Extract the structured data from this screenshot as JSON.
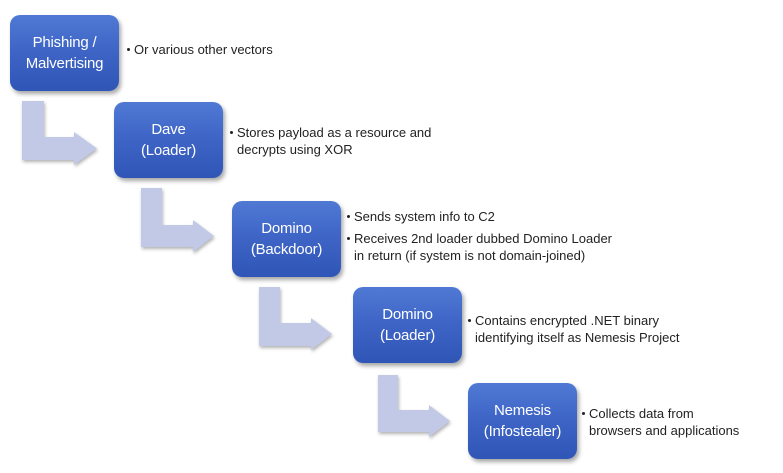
{
  "colors": {
    "box_fill": "#3f66c7",
    "box_text": "#ffffff",
    "arrow_fill": "#c1c9e6",
    "note_text": "#222222"
  },
  "steps": [
    {
      "title_lines": [
        "Phishing /",
        "Malvertising"
      ],
      "notes": [
        {
          "lines": [
            "Or various other vectors"
          ]
        }
      ]
    },
    {
      "title_lines": [
        "Dave",
        "(Loader)"
      ],
      "notes": [
        {
          "lines": [
            "Stores payload as a resource and",
            "decrypts using XOR"
          ]
        }
      ]
    },
    {
      "title_lines": [
        "Domino",
        "(Backdoor)"
      ],
      "notes": [
        {
          "lines": [
            "Sends system info to C2"
          ]
        },
        {
          "lines": [
            "Receives 2nd loader dubbed Domino Loader",
            "in return (if system is not domain-joined)"
          ]
        }
      ]
    },
    {
      "title_lines": [
        "Domino",
        "(Loader)"
      ],
      "notes": [
        {
          "lines": [
            "Contains encrypted .NET binary",
            "identifying itself as Nemesis Project"
          ]
        }
      ]
    },
    {
      "title_lines": [
        "Nemesis",
        "(Infostealer)"
      ],
      "notes": [
        {
          "lines": [
            "Collects data from",
            "browsers and applications"
          ]
        }
      ]
    }
  ],
  "arrows": [
    {
      "from": "Phishing / Malvertising",
      "to": "Dave (Loader)"
    },
    {
      "from": "Dave (Loader)",
      "to": "Domino (Backdoor)"
    },
    {
      "from": "Domino (Backdoor)",
      "to": "Domino (Loader)"
    },
    {
      "from": "Domino (Loader)",
      "to": "Nemesis (Infostealer)"
    }
  ]
}
